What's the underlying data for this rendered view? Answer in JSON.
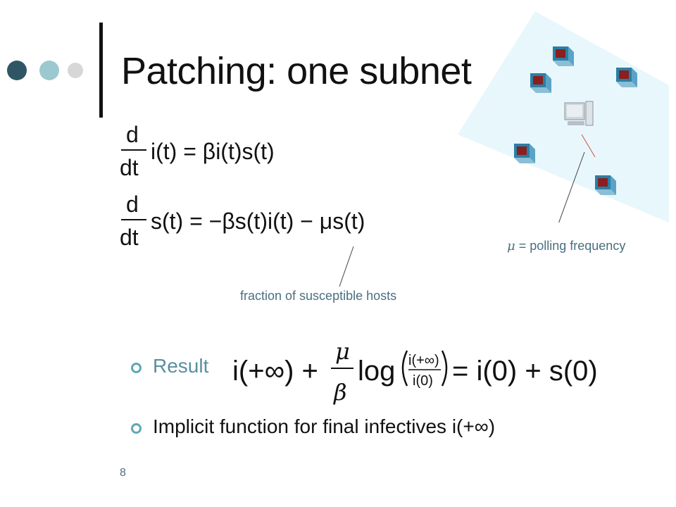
{
  "slide": {
    "title": "Patching: one subnet",
    "number": "8"
  },
  "equations": {
    "eq1": {
      "frac_num": "d",
      "frac_den": "dt",
      "body": "i(t) = βi(t)s(t)"
    },
    "eq2": {
      "frac_num": "d",
      "frac_den": "dt",
      "body": "s(t) = −βs(t)i(t) − μs(t)"
    }
  },
  "annotations": {
    "susceptible": "fraction of susceptible hosts",
    "mu_symbol": "μ",
    "polling": "= polling frequency"
  },
  "bullets": {
    "result_label": "Result",
    "implicit_text": "Implicit function for final infectives i(+",
    "implicit_inf": "∞",
    "implicit_close": ")"
  },
  "result_formula": {
    "lhs_a": "i(+∞) +",
    "mu": "μ",
    "beta": "β",
    "log": "log",
    "inner_num": "i(+∞)",
    "inner_den": "i(0)",
    "rhs": "= i(0) + s(0)"
  },
  "colors": {
    "dot_dark": "#2f5664",
    "dot_mid": "#9cc9cf",
    "dot_light": "#d7d7d7",
    "bullet_ring": "#5fa8b6",
    "note_text": "#4a6f7f",
    "network_bg": "#e8f7fc",
    "host_icon": "#2b7fa6"
  },
  "icons": {
    "bullet": "ring-bullet-icon",
    "host": "network-host-icon",
    "server": "desktop-computer-icon"
  }
}
